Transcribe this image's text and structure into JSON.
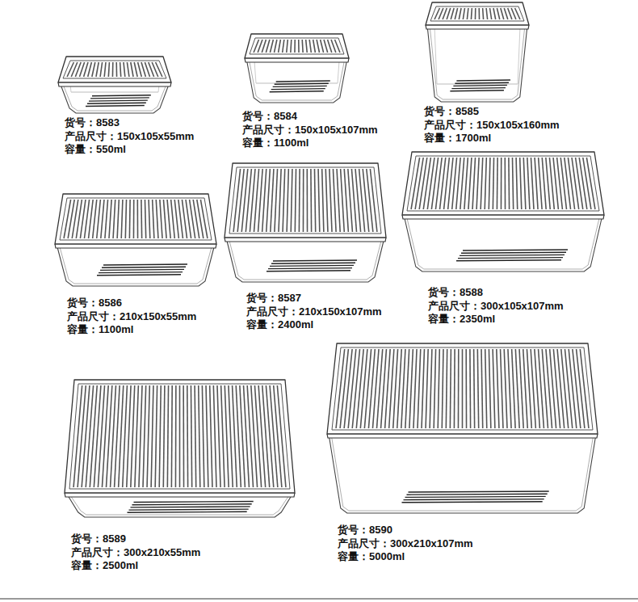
{
  "diagram": {
    "labels": [
      "货号：8583",
      "产品尺寸：150x105x55mm",
      "容量：550ml",
      "货号：8584",
      "产品尺寸：150x105x107mm",
      "容量：1100ml",
      "货号：8585",
      "产品尺寸：150x105x160mm",
      "容量：1700ml",
      "货号：8586",
      "产品尺寸：210x150x55mm",
      "容量：1100ml",
      "货号：8587",
      "产品尺寸：210x150x107mm",
      "容量：2400ml",
      "货号：8588",
      "产品尺寸：300x105x107mm",
      "容量：2350ml",
      "货号：8589",
      "产品尺寸：300x210x55mm",
      "容量：2500ml",
      "货号：8590",
      "产品尺寸：300x210x107mm",
      "容量：5000ml"
    ]
  }
}
